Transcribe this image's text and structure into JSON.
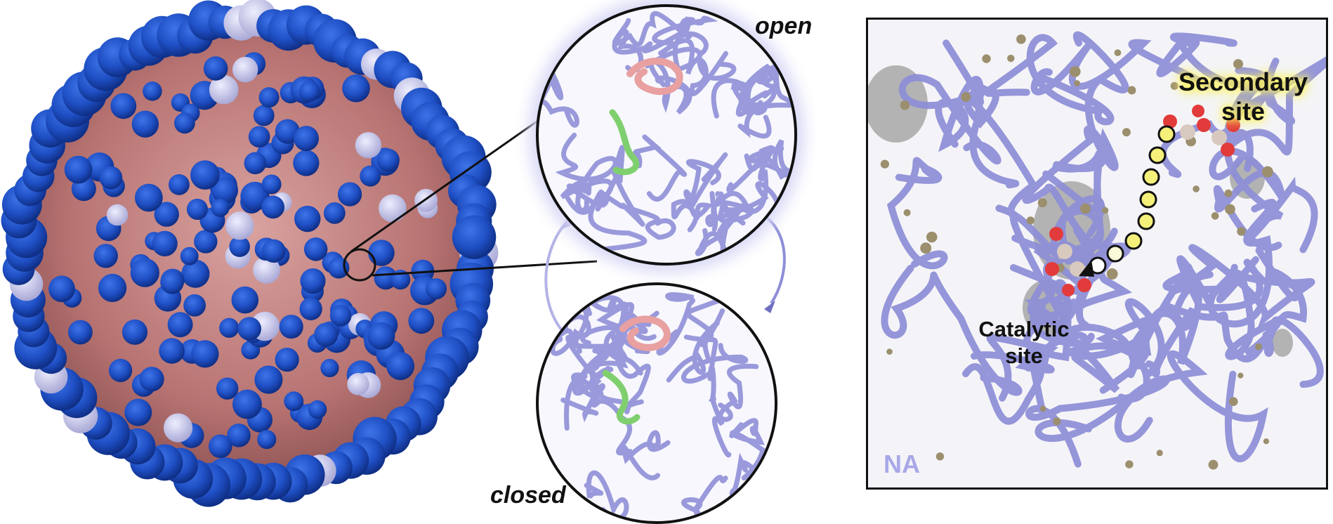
{
  "figure": {
    "labels": {
      "open": "open",
      "closed": "closed",
      "secondary_site_line1": "Secondary",
      "secondary_site_line2": "site",
      "catalytic_site_line1": "Catalytic",
      "catalytic_site_line2": "site",
      "protein": "NA"
    },
    "colors": {
      "virion_spikes": "#1f4fc4",
      "virion_membrane": "#b87474",
      "pale_spikes": "#c9c9ec",
      "ribbon": "#8e8ed8",
      "loop_pink": "#e8a0a0",
      "loop_green": "#7fcf6f",
      "pathway_beads": "#f5f07a",
      "highlight_glow": "#fff45a"
    }
  }
}
